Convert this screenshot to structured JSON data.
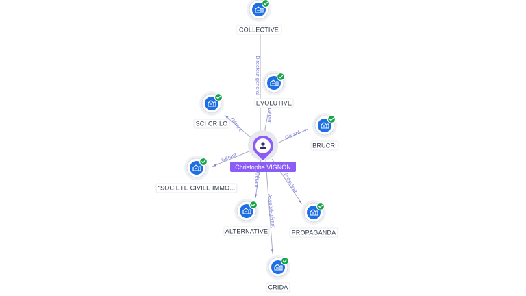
{
  "center": {
    "label": "Christophe VIGNON",
    "icon": "person-icon"
  },
  "companies": [
    {
      "id": "collective",
      "label": "COLLECTIVE",
      "relation": "Directeur général",
      "icon": "building-icon",
      "verified": true
    },
    {
      "id": "evolutive",
      "label": "EVOLUTIVE",
      "relation": "Gérant",
      "icon": "building-icon",
      "verified": true
    },
    {
      "id": "sci-crilo",
      "label": "SCI CRILO",
      "relation": "Gérant",
      "icon": "building-icon",
      "verified": true
    },
    {
      "id": "brucri",
      "label": "BRUCRI",
      "relation": "Gérant",
      "icon": "building-icon",
      "verified": true
    },
    {
      "id": "societe-civile",
      "label": "\"SOCIETE CIVILE IMMO...",
      "relation": "Gérant",
      "icon": "building-icon",
      "verified": true
    },
    {
      "id": "alternative",
      "label": "ALTERNATIVE",
      "relation": "Gérant",
      "icon": "building-icon",
      "verified": true
    },
    {
      "id": "propaganda",
      "label": "PROPAGANDA",
      "relation": "Président",
      "icon": "building-icon",
      "verified": true
    },
    {
      "id": "crida",
      "label": "CRIDA",
      "relation": "Associé-gérant",
      "icon": "building-icon",
      "verified": true
    }
  ],
  "colors": {
    "node": "#1d6fe3",
    "verified": "#16a34a",
    "center": "#8b5cf6",
    "edge": "#a9adc2",
    "edge_label": "#7b7fd9"
  }
}
